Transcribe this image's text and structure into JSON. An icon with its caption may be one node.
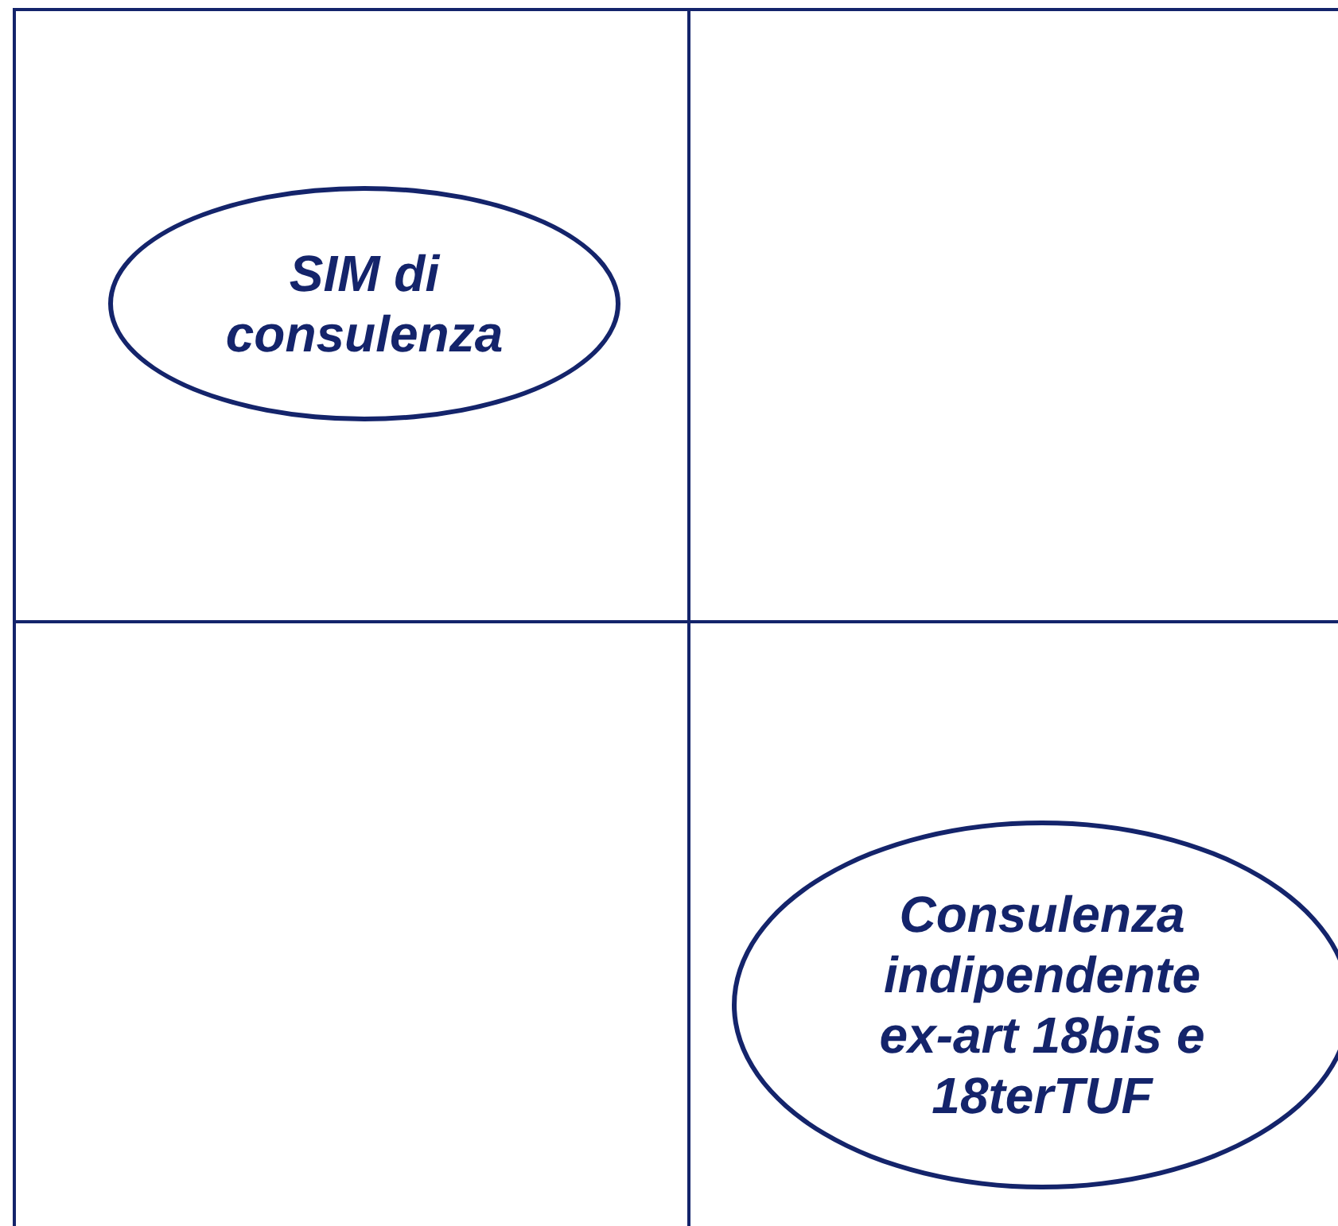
{
  "diagram": {
    "nodes": [
      {
        "text": [],
        "shape": "box"
      },
      {
        "text": [
          "SIM di consulenza"
        ],
        "in": 0
      },
      {
        "text": [],
        "shape": "box"
      },
      {
        "text": [],
        "shape": "box"
      },
      {
        "text": [],
        "shape": "box"
      },
      {
        "text": [
          "Consulenza indipendente ex-art 18bis e 18terTUF"
        ],
        "in": 4
      }
    ],
    "edges": []
  }
}
